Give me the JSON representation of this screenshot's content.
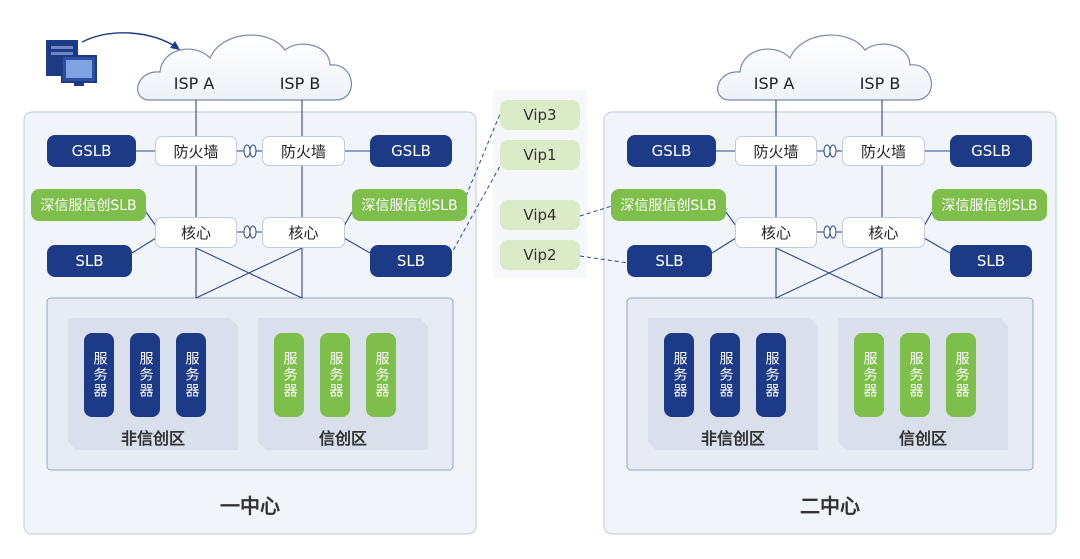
{
  "center1": {
    "title": "一中心",
    "isp_a": "ISP A",
    "isp_b": "ISP B",
    "gslb_left": "GSLB",
    "gslb_right": "GSLB",
    "firewall_left": "防火墙",
    "firewall_right": "防火墙",
    "xc_slb_left": "深信服信创SLB",
    "xc_slb_right": "深信服信创SLB",
    "core_left": "核心",
    "core_right": "核心",
    "slb_left": "SLB",
    "slb_right": "SLB",
    "non_xc_zone": "非信创区",
    "xc_zone": "信创区",
    "server_label": "服务器"
  },
  "center2": {
    "title": "二中心",
    "isp_a": "ISP A",
    "isp_b": "ISP B",
    "gslb_left": "GSLB",
    "gslb_right": "GSLB",
    "firewall_left": "防火墙",
    "firewall_right": "防火墙",
    "xc_slb_left": "深信服信创SLB",
    "xc_slb_right": "深信服信创SLB",
    "core_left": "核心",
    "core_right": "核心",
    "slb_left": "SLB",
    "slb_right": "SLB",
    "non_xc_zone": "非信创区",
    "xc_zone": "信创区",
    "server_label": "服务器"
  },
  "vips": {
    "vip3": "Vip3",
    "vip1": "Vip1",
    "vip4": "Vip4",
    "vip2": "Vip2"
  },
  "colors": {
    "navy": "#1d3a86",
    "green": "#7dbf4a",
    "vip_bg": "#dcebc7",
    "panel": "#eef2f8"
  }
}
